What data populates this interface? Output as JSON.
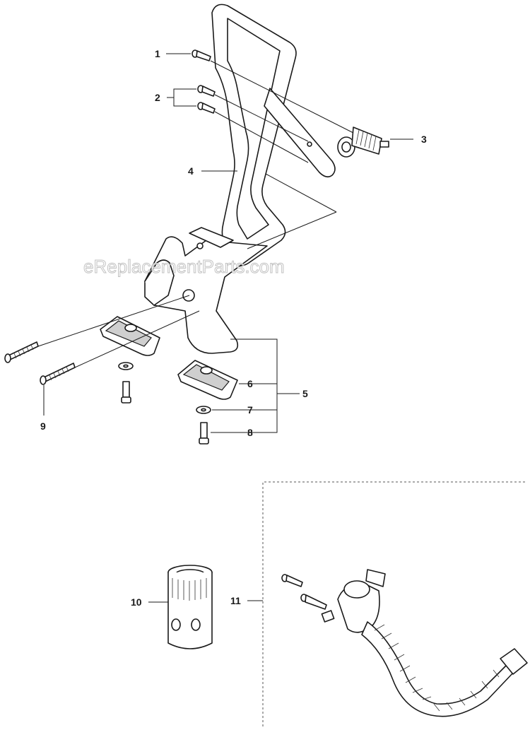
{
  "watermark": "eReplacementParts.com",
  "callouts": [
    {
      "id": "1",
      "text": "1"
    },
    {
      "id": "2",
      "text": "2"
    },
    {
      "id": "3",
      "text": "3"
    },
    {
      "id": "4",
      "text": "4"
    },
    {
      "id": "5",
      "text": "5"
    },
    {
      "id": "6",
      "text": "6"
    },
    {
      "id": "7",
      "text": "7"
    },
    {
      "id": "8",
      "text": "8"
    },
    {
      "id": "9",
      "text": "9"
    },
    {
      "id": "10",
      "text": "10"
    },
    {
      "id": "11",
      "text": "11"
    }
  ]
}
